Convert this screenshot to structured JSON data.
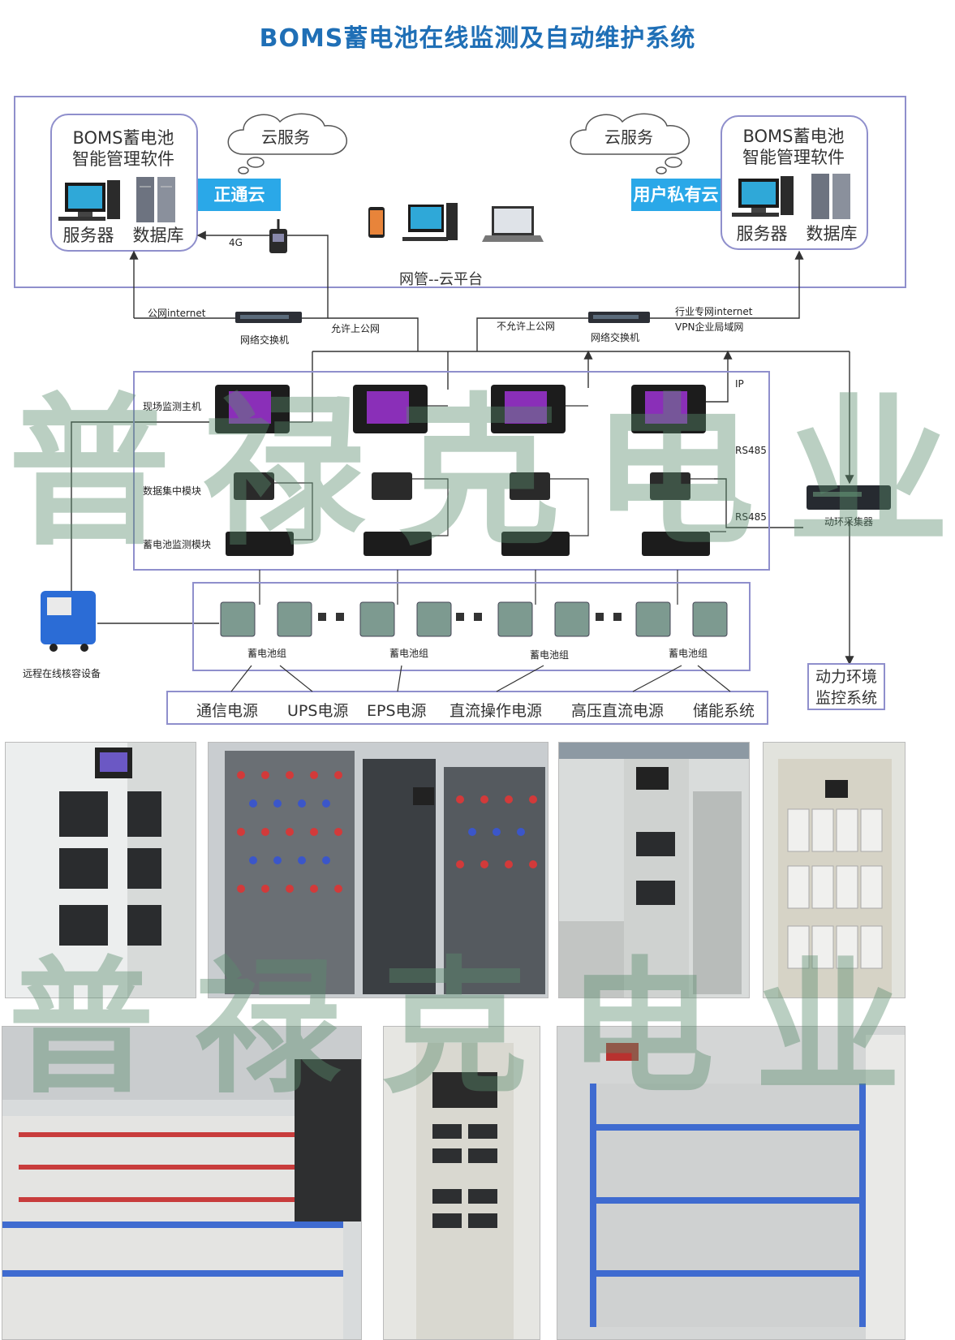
{
  "title": "BOMS蓄电池在线监测及自动维护系统",
  "cloud_platform": {
    "label": "网管--云平台",
    "left_software": {
      "line1": "BOMS蓄电池",
      "line2": "智能管理软件",
      "server": "服务器",
      "database": "数据库",
      "bar": "正通云"
    },
    "right_software": {
      "line1": "BOMS蓄电池",
      "line2": "智能管理软件",
      "server": "服务器",
      "database": "数据库",
      "bar": "用户私有云"
    },
    "cloud_left": "云服务",
    "cloud_right": "云服务",
    "label_4g": "4G"
  },
  "network": {
    "public_internet": "公网internet",
    "switch_left": "网络交换机",
    "allow_public": "允许上公网",
    "deny_public": "不允许上公网",
    "switch_right": "网络交换机",
    "industry_line1": "行业专网internet",
    "industry_line2": "VPN企业局域网"
  },
  "site": {
    "host_label": "现场监测主机",
    "concentrator_label": "数据集中模块",
    "monitor_label": "蓄电池监测模块",
    "ip": "IP",
    "rs485_1": "RS485",
    "rs485_2": "RS485",
    "collector": "动环采集器"
  },
  "battery": {
    "group_labels": [
      "蓄电池组",
      "蓄电池组",
      "蓄电池组",
      "蓄电池组"
    ],
    "remote_device": "远程在线核容设备",
    "env_monitor_line1": "动力环境",
    "env_monitor_line2": "监控系统"
  },
  "power_sources": [
    "通信电源",
    "UPS电源",
    "EPS电源",
    "直流操作电源",
    "高压直流电源",
    "储能系统"
  ],
  "watermark": "普禄克电业",
  "colors": {
    "title": "#1f6fb6",
    "border": "#8f8fcc",
    "bar": "#2aa8e8",
    "line": "#333333"
  }
}
